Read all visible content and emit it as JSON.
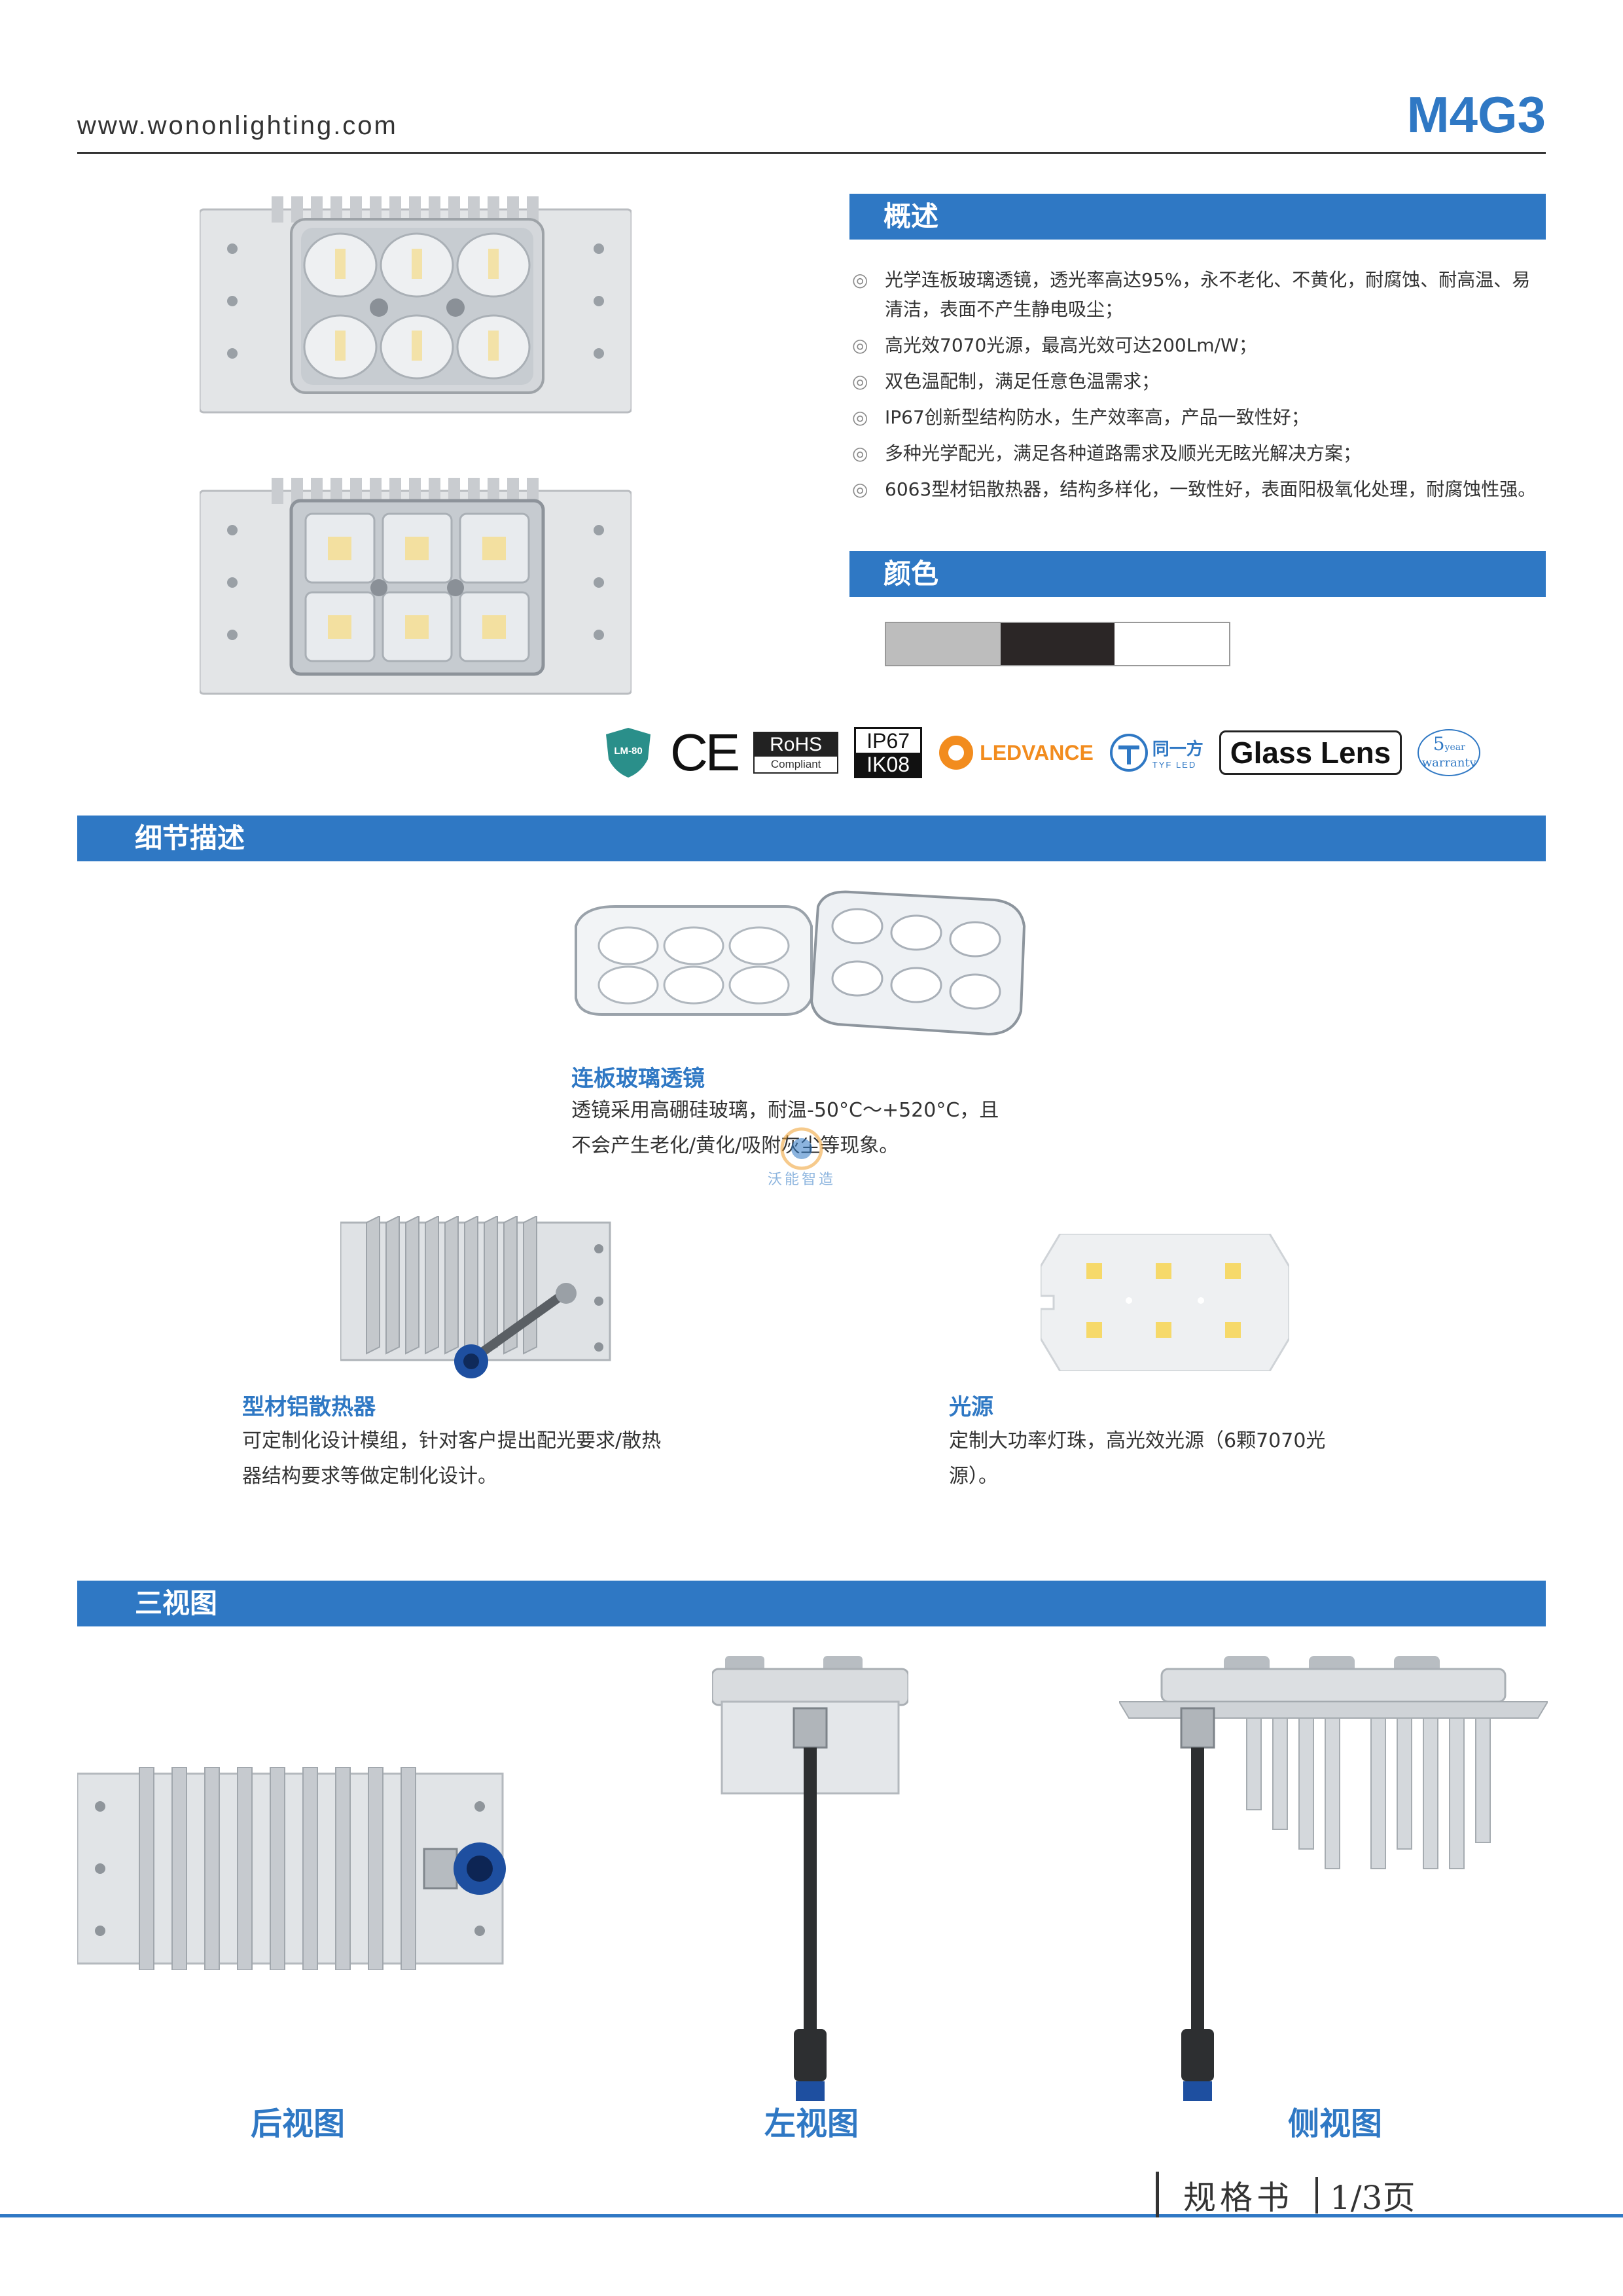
{
  "header": {
    "website": "www.wononlighting.com",
    "model": "M4G3"
  },
  "overview": {
    "title": "概述",
    "items": [
      "光学连板玻璃透镜，透光率高达95%，永不老化、不黄化，耐腐蚀、耐高温、易清洁，表面不产生静电吸尘；",
      "高光效7070光源，最高光效可达200Lm/W；",
      "双色温配制，满足任意色温需求；",
      "IP67创新型结构防水，生产效率高，产品一致性好；",
      "多种光学配光，满足各种道路需求及顺光无眩光解决方案；",
      "6063型材铝散热器，结构多样化，一致性好，表面阳极氧化处理，耐腐蚀性强。"
    ],
    "bullet": "◎"
  },
  "color": {
    "title": "颜色",
    "swatches": [
      "#bdbdbd",
      "#2b2626",
      "#ffffff"
    ]
  },
  "certs": {
    "lm80": "LM-80",
    "ce": "CE",
    "rohs": "RoHS",
    "rohs_sub": "Compliant",
    "ip": "IP67",
    "ik": "IK08",
    "ledvance": "LEDVANCE",
    "tyf": "同一方",
    "tyf_sub": "TYF LED",
    "glass": "Glass Lens",
    "warranty_num": "5",
    "warranty_year": "year",
    "warranty_text": "warranty"
  },
  "details": {
    "title": "细节描述",
    "lens": {
      "title": "连板玻璃透镜",
      "line1": "透镜采用高硼硅玻璃，耐温-50°C～+520°C，且",
      "line2": "不会产生老化/黄化/吸附灰尘等现象。"
    },
    "watermark": "沃能智造",
    "heatsink": {
      "title": "型材铝散热器",
      "line1": "可定制化设计模组，针对客户提出配光要求/散热",
      "line2": "器结构要求等做定制化设计。"
    },
    "light": {
      "title": "光源",
      "line1": "定制大功率灯珠，高光效光源（6颗7070光",
      "line2": "源）。"
    }
  },
  "views": {
    "title": "三视图",
    "back": "后视图",
    "left": "左视图",
    "side": "侧视图"
  },
  "footer": {
    "label": "规格书",
    "page": "1/3页"
  }
}
